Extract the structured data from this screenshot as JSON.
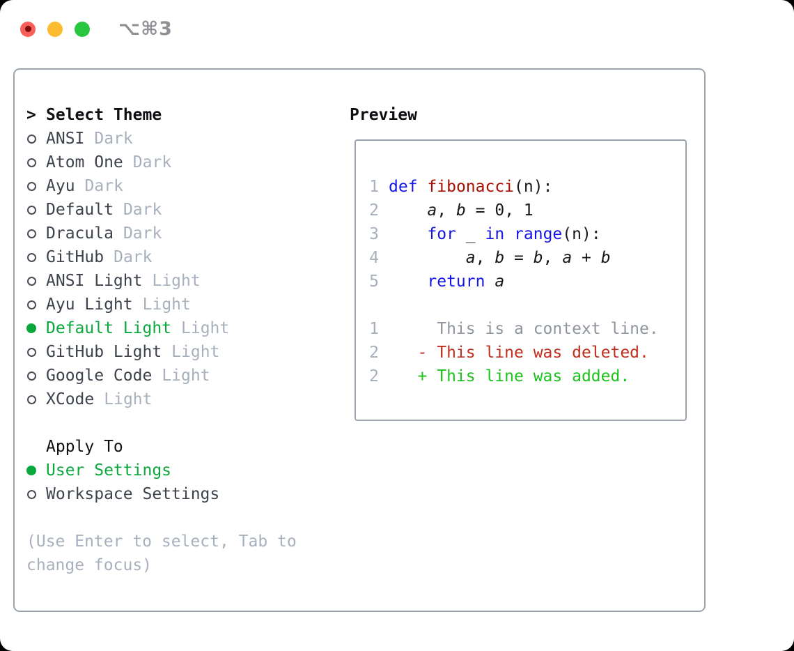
{
  "window": {
    "title": "⌥⌘3",
    "traffic_lights": [
      "close",
      "minimize",
      "zoom"
    ]
  },
  "colors": {
    "tl-red": "#f55f57",
    "tl-red-dot": "#7c0f05",
    "tl-yellow": "#fcbc2f",
    "tl-green": "#28c73f",
    "title-gray": "#8e9095",
    "border": "#9aa3ae",
    "green": "#0aa83c",
    "muted": "#a7b0bd",
    "dark": "#3d434c",
    "ink": "#17181c",
    "kw": "#1414e8",
    "fn": "#a90e00",
    "ln": "#a6afbc",
    "ctx": "#8f959c",
    "del": "#c22e1d",
    "add": "#1cc21c"
  },
  "theme_picker": {
    "prompt": ">",
    "title": "Select Theme",
    "items": [
      {
        "name": "ANSI",
        "variant": "Dark",
        "selected": false
      },
      {
        "name": "Atom One",
        "variant": "Dark",
        "selected": false
      },
      {
        "name": "Ayu",
        "variant": "Dark",
        "selected": false
      },
      {
        "name": "Default",
        "variant": "Dark",
        "selected": false
      },
      {
        "name": "Dracula",
        "variant": "Dark",
        "selected": false
      },
      {
        "name": "GitHub",
        "variant": "Dark",
        "selected": false
      },
      {
        "name": "ANSI Light",
        "variant": "Light",
        "selected": false
      },
      {
        "name": "Ayu Light",
        "variant": "Light",
        "selected": false
      },
      {
        "name": "Default Light",
        "variant": "Light",
        "selected": true
      },
      {
        "name": "GitHub Light",
        "variant": "Light",
        "selected": false
      },
      {
        "name": "Google Code",
        "variant": "Light",
        "selected": false
      },
      {
        "name": "XCode",
        "variant": "Light",
        "selected": false
      }
    ]
  },
  "apply_to": {
    "title": "Apply To",
    "options": [
      {
        "label": "User Settings",
        "selected": true
      },
      {
        "label": "Workspace Settings",
        "selected": false
      }
    ]
  },
  "hint": "(Use Enter to select, Tab to change focus)",
  "preview": {
    "title": "Preview",
    "code_lines": [
      {
        "num": "1",
        "tokens": [
          {
            "t": "def",
            "c": "kw"
          },
          {
            "t": " "
          },
          {
            "t": "fibonacci",
            "c": "fn"
          },
          {
            "t": "(n):"
          }
        ]
      },
      {
        "num": "2",
        "tokens": [
          {
            "t": "    "
          },
          {
            "t": "a",
            "c": "var"
          },
          {
            "t": ", "
          },
          {
            "t": "b",
            "c": "var"
          },
          {
            "t": " = 0, 1"
          }
        ]
      },
      {
        "num": "3",
        "tokens": [
          {
            "t": "    "
          },
          {
            "t": "for",
            "c": "kw"
          },
          {
            "t": " _ "
          },
          {
            "t": "in",
            "c": "kw"
          },
          {
            "t": " "
          },
          {
            "t": "range",
            "c": "kw"
          },
          {
            "t": "(n):"
          }
        ]
      },
      {
        "num": "4",
        "tokens": [
          {
            "t": "        "
          },
          {
            "t": "a",
            "c": "var"
          },
          {
            "t": ", "
          },
          {
            "t": "b",
            "c": "var"
          },
          {
            "t": " = "
          },
          {
            "t": "b",
            "c": "var"
          },
          {
            "t": ", "
          },
          {
            "t": "a",
            "c": "var"
          },
          {
            "t": " + "
          },
          {
            "t": "b",
            "c": "var"
          }
        ]
      },
      {
        "num": "5",
        "tokens": [
          {
            "t": "    "
          },
          {
            "t": "return",
            "c": "kw"
          },
          {
            "t": " "
          },
          {
            "t": "a",
            "c": "var"
          }
        ]
      }
    ],
    "diff_lines": [
      {
        "num": "1",
        "kind": "context",
        "text": "     This is a context line."
      },
      {
        "num": "2",
        "kind": "deleted",
        "text": "   - This line was deleted."
      },
      {
        "num": "2",
        "kind": "added",
        "text": "   + This line was added."
      }
    ]
  }
}
